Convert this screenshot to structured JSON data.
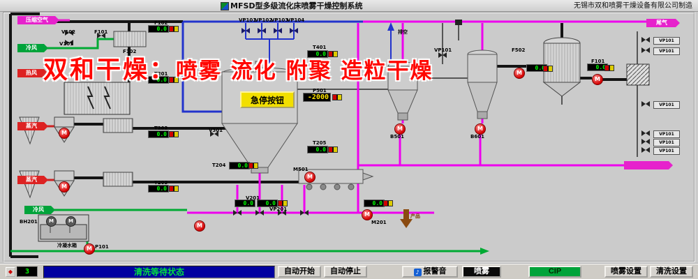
{
  "title_bar": {
    "title": "MFSD型多级流化床喷雾干燥控制系统",
    "manufacturer": "无锡市双和喷雾干燥设备有限公司制造"
  },
  "watermark": {
    "prefix": "双和干燥：",
    "body": "喷雾 流化 附聚 造粒干燥"
  },
  "colors": {
    "pipe_black": "#141414",
    "pipe_blue": "#2233cc",
    "pipe_magenta": "#ee00ee",
    "pipe_green": "#00aa33",
    "display_green": "#00ff00",
    "display_yellow": "#ffe400",
    "pump_red": "#d40000",
    "estop_yellow": "#f2df00",
    "status_bar_blue": "#0000a0",
    "status_text_green": "#00e040",
    "cip_green": "#00a33a",
    "tag_magenta": "#e622cc",
    "tag_green": "#00a33a",
    "tag_red": "#dd2222"
  },
  "diagram": {
    "estop_label": "急停按钮",
    "pump_letter": "M",
    "source_tags": [
      {
        "text": "压缩空气"
      },
      {
        "text": "冷风"
      },
      {
        "text": "热风"
      },
      {
        "text": "蒸汽"
      },
      {
        "text": "蒸汽"
      },
      {
        "text": "冷风"
      },
      {
        "text": "尾气"
      }
    ],
    "labels": [
      {
        "text": "V102"
      },
      {
        "text": "F101"
      },
      {
        "text": "V101"
      },
      {
        "text": "F102"
      },
      {
        "text": "F102"
      },
      {
        "text": "T201"
      },
      {
        "text": "VP101"
      },
      {
        "text": "VP102"
      },
      {
        "text": "VP103"
      },
      {
        "text": "VP104"
      },
      {
        "text": "T401"
      },
      {
        "text": "排空"
      },
      {
        "text": "VP101"
      },
      {
        "text": "F502"
      },
      {
        "text": "F101"
      },
      {
        "text": "P501"
      },
      {
        "text": "T202"
      },
      {
        "text": "V301"
      },
      {
        "text": "T204"
      },
      {
        "text": "T205"
      },
      {
        "text": "M501"
      },
      {
        "text": "B501"
      },
      {
        "text": "B601"
      },
      {
        "text": "T203"
      },
      {
        "text": "V201"
      },
      {
        "text": "VP201"
      },
      {
        "text": "M201"
      },
      {
        "text": "产品"
      },
      {
        "text": "BH201"
      },
      {
        "text": "冷凝水箱"
      },
      {
        "text": "P101"
      }
    ],
    "right_valve_tags": [
      {
        "text": "VP101"
      },
      {
        "text": "VP101"
      },
      {
        "text": "VP101"
      },
      {
        "text": "VP101"
      },
      {
        "text": "VP101"
      },
      {
        "text": "VP101"
      }
    ],
    "displays": [
      {
        "value": "0.0"
      },
      {
        "value": "0.0"
      },
      {
        "value": "0.0"
      },
      {
        "value": "-2000"
      },
      {
        "value": "0.0"
      },
      {
        "value": "0.0"
      },
      {
        "value": "0.0"
      },
      {
        "value": "0.0"
      },
      {
        "value": "0.0"
      },
      {
        "value": "0.0"
      },
      {
        "value": "0.0"
      },
      {
        "value": "0.0"
      },
      {
        "value": "0.0"
      }
    ]
  },
  "status_bar": {
    "counter": "3",
    "status_text": "清洗等待状态",
    "buttons": {
      "auto_start": "自动开始",
      "auto_stop": "自动停止",
      "alarm_sound": "报警音",
      "spray": "喷雾",
      "cip": "CIP",
      "spray_settings": "喷雾设置",
      "clean_settings": "清洗设置"
    }
  }
}
